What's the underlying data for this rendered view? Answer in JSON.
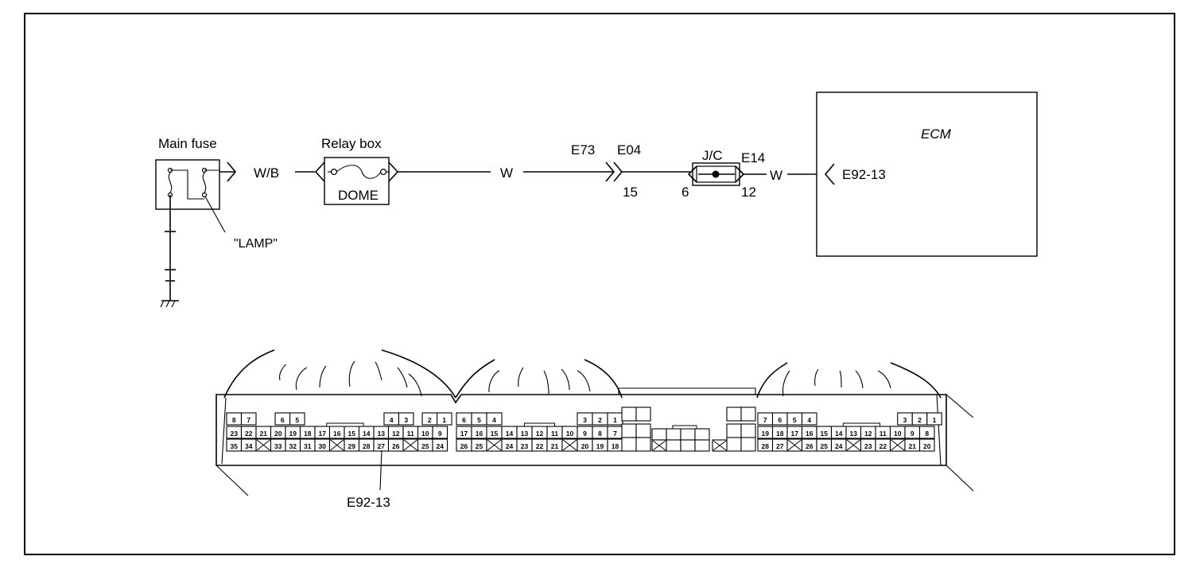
{
  "frame": {},
  "main_fuse": {
    "label": "Main fuse",
    "sub_label": "\"LAMP\""
  },
  "relay_box": {
    "label": "Relay box",
    "fuse_label": "DOME"
  },
  "wires": {
    "wb": "W/B",
    "w1": "W",
    "w2": "W"
  },
  "connectors": {
    "e73": "E73",
    "e04": "E04",
    "e04_pin": "15",
    "jc": "J/C",
    "jc_pin_in": "6",
    "jc_pin_out": "12",
    "e14": "E14",
    "ecm_pin": "E92-13"
  },
  "ecm": {
    "label": "ECM"
  },
  "connector_view": {
    "callout": "E92-13",
    "block1": {
      "top": [
        "8",
        "7",
        "",
        "6",
        "5",
        "",
        "",
        "",
        "",
        "",
        "",
        "4",
        "3",
        "",
        "2",
        "1"
      ],
      "mid": [
        "23",
        "22",
        "21",
        "20",
        "19",
        "18",
        "17",
        "16",
        "15",
        "14",
        "13",
        "12",
        "11",
        "10",
        "9"
      ],
      "bot": [
        "35",
        "34",
        "X",
        "33",
        "32",
        "31",
        "30",
        "X",
        "29",
        "28",
        "27",
        "26",
        "X",
        "25",
        "24"
      ]
    },
    "block2": {
      "top": [
        "6",
        "5",
        "4",
        "",
        "",
        "",
        "",
        "",
        "",
        "3",
        "2",
        "1"
      ],
      "mid": [
        "17",
        "16",
        "15",
        "14",
        "13",
        "12",
        "11",
        "10",
        "9",
        "8",
        "7"
      ],
      "bot": [
        "26",
        "25",
        "X",
        "24",
        "23",
        "22",
        "21",
        "X",
        "20",
        "19",
        "18"
      ]
    },
    "block4": {
      "top": [
        "7",
        "6",
        "5",
        "4",
        "",
        "",
        "",
        "",
        "",
        "",
        "3",
        "2",
        "1"
      ],
      "mid": [
        "19",
        "18",
        "17",
        "16",
        "15",
        "14",
        "13",
        "12",
        "11",
        "10",
        "9",
        "8"
      ],
      "bot": [
        "28",
        "27",
        "X",
        "26",
        "25",
        "24",
        "X",
        "23",
        "22",
        "X",
        "21",
        "20"
      ]
    }
  }
}
